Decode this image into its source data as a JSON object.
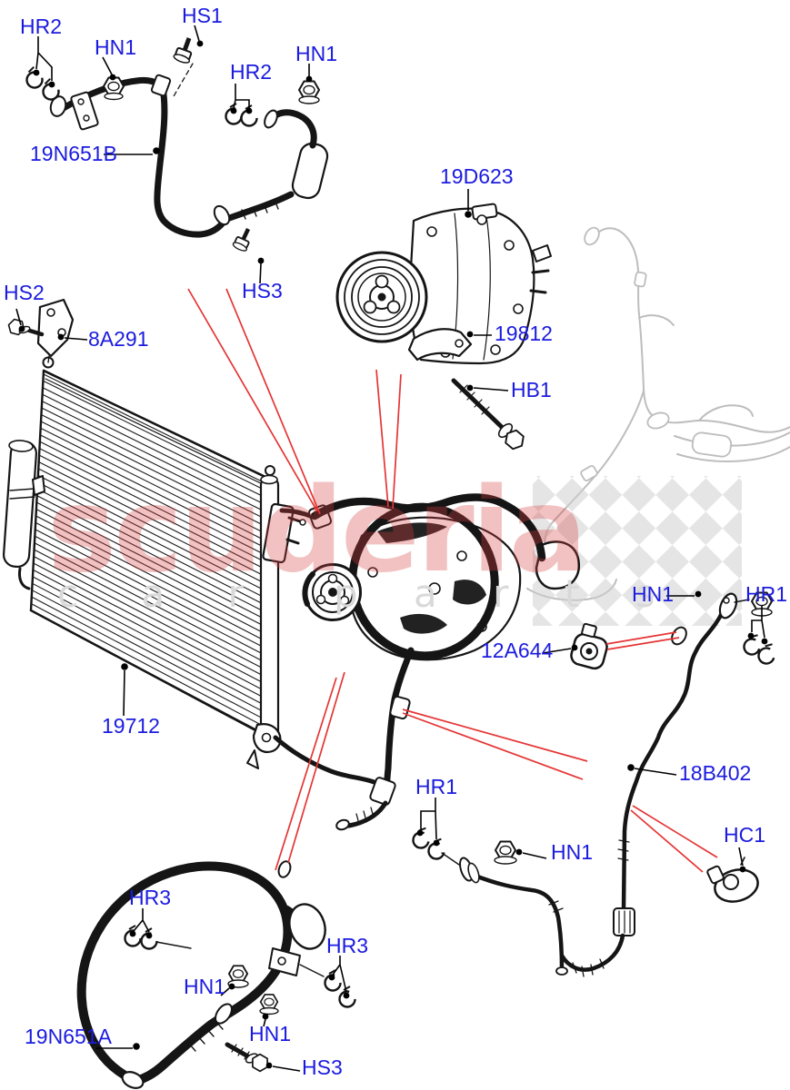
{
  "watermark": {
    "brand": "scuderia",
    "sub_left": "c a r",
    "sub_right": "p a r t s"
  },
  "colors": {
    "label_blue": "#1b1bdf",
    "reference_red": "#e53535",
    "line_black": "#151515",
    "watermark_pink": "#f2b4b4",
    "checker_gray": "#d0d0d0"
  },
  "labels": [
    {
      "id": "HR2-top-left",
      "text": "HR2"
    },
    {
      "id": "HN1-top-left",
      "text": "HN1"
    },
    {
      "id": "HS1-top",
      "text": "HS1"
    },
    {
      "id": "HR2-top-mid",
      "text": "HR2"
    },
    {
      "id": "HN1-top-mid",
      "text": "HN1"
    },
    {
      "id": "19N651B",
      "text": "19N651B"
    },
    {
      "id": "19D623",
      "text": "19D623"
    },
    {
      "id": "HS3-upper",
      "text": "HS3"
    },
    {
      "id": "19812",
      "text": "19812"
    },
    {
      "id": "HB1",
      "text": "HB1"
    },
    {
      "id": "HS2",
      "text": "HS2"
    },
    {
      "id": "8A291",
      "text": "8A291"
    },
    {
      "id": "19712",
      "text": "19712"
    },
    {
      "id": "HN1-right",
      "text": "HN1"
    },
    {
      "id": "HR1-right",
      "text": "HR1"
    },
    {
      "id": "12A644",
      "text": "12A644"
    },
    {
      "id": "18B402",
      "text": "18B402"
    },
    {
      "id": "HR1-mid",
      "text": "HR1"
    },
    {
      "id": "HN1-mid",
      "text": "HN1"
    },
    {
      "id": "HC1",
      "text": "HC1"
    },
    {
      "id": "HR3-left",
      "text": "HR3"
    },
    {
      "id": "HR3-right",
      "text": "HR3"
    },
    {
      "id": "HN1-lower-left",
      "text": "HN1"
    },
    {
      "id": "HN1-lower-mid",
      "text": "HN1"
    },
    {
      "id": "19N651A",
      "text": "19N651A"
    },
    {
      "id": "HS3-lower",
      "text": "HS3"
    }
  ]
}
